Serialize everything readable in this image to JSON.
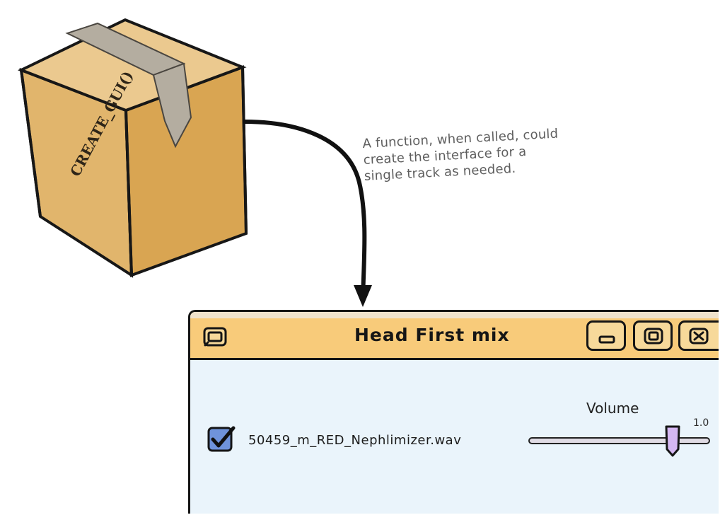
{
  "annotation": {
    "lines": [
      "A function, when called, could",
      "create the interface for a",
      "single track as needed."
    ]
  },
  "box": {
    "label": "CREATE_GUI()"
  },
  "window": {
    "title": "Head First mix",
    "icons": {
      "app": "window-icon",
      "minimize": "minimize-icon",
      "maximize": "maximize-icon",
      "close": "close-icon"
    },
    "track": {
      "filename": "50459_m_RED_Nephlimizer.wav",
      "checked": true
    },
    "volume": {
      "label": "Volume",
      "value": "1.0",
      "level": 0.82
    }
  },
  "colors": {
    "title_bar": "#f8cb7a",
    "window_body": "#eaf4fb",
    "box_side": "#d9a552",
    "box_front": "#e1b56c",
    "box_top": "#ebc98f",
    "tape": "#b4ada0",
    "checkbox": "#6f93db",
    "slider_thumb": "#d5b7f2",
    "annotation_text": "#5e5e5e"
  }
}
